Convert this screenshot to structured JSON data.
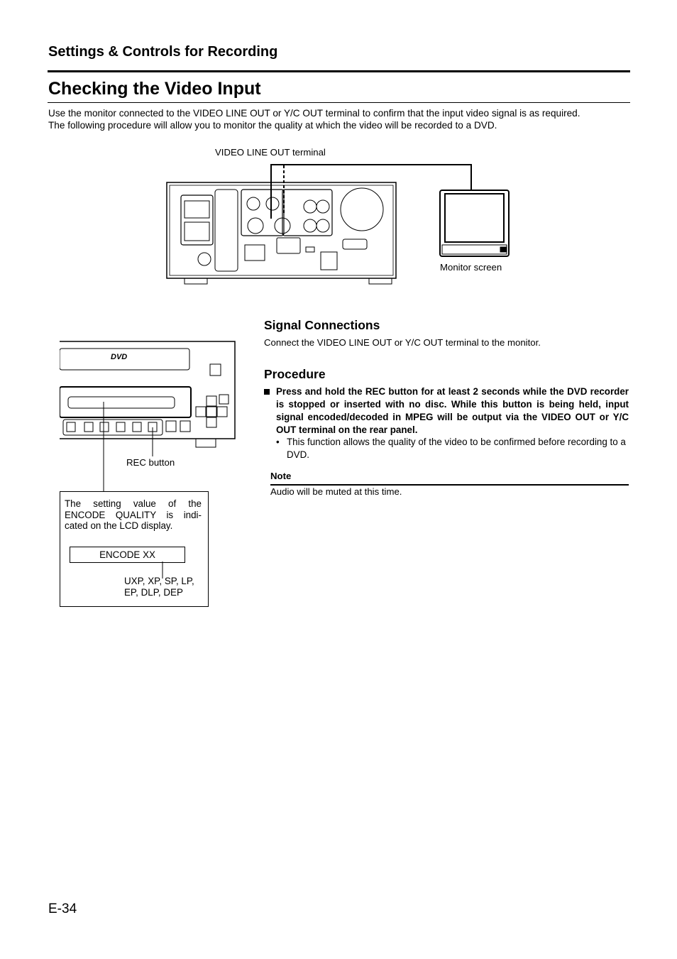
{
  "header": {
    "section": "Settings & Controls for Recording",
    "title": "Checking the Video Input"
  },
  "intro": [
    "Use the monitor connected to the VIDEO LINE OUT or Y/C OUT terminal to confirm that the input video signal is as required.",
    "The following procedure will allow you to monitor the quality at which the video will be recorded to a DVD."
  ],
  "diagram": {
    "terminal_label": "VIDEO LINE OUT terminal",
    "monitor_label": "Monitor screen",
    "rec_button_label": "REC button"
  },
  "signal": {
    "heading": "Signal Connections",
    "text": "Connect the VIDEO LINE OUT or Y/C OUT terminal to the monitor."
  },
  "procedure": {
    "heading": "Procedure",
    "step": "Press and hold the REC button for at least 2 seconds while the DVD recorder is stopped or inserted with no disc. While this button is being held, input signal encoded/decoded in MPEG will be output via the VIDEO OUT or Y/C OUT terminal on the rear panel.",
    "sub": "This function allows the quality of the video to be confirmed before recording to a DVD."
  },
  "note": {
    "label": "Note",
    "text": "Audio will be muted at this time."
  },
  "info_box": {
    "text": "The setting value of the ENCODE QUALITY is indi-cated on the LCD display.",
    "display": "ENCODE XX",
    "modes_1": "UXP, XP, SP, LP,",
    "modes_2": "EP, DLP, DEP"
  },
  "page_number": "E-34"
}
